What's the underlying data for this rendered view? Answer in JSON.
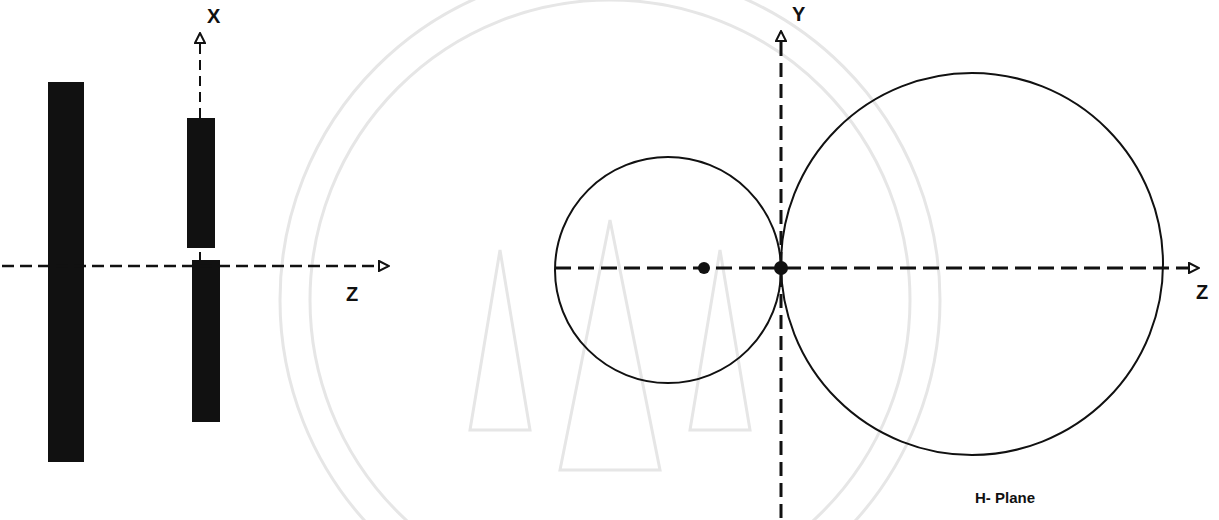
{
  "diagram": {
    "labels": [
      "X",
      "Z",
      "Y",
      "Z",
      "H- Plane"
    ]
  }
}
